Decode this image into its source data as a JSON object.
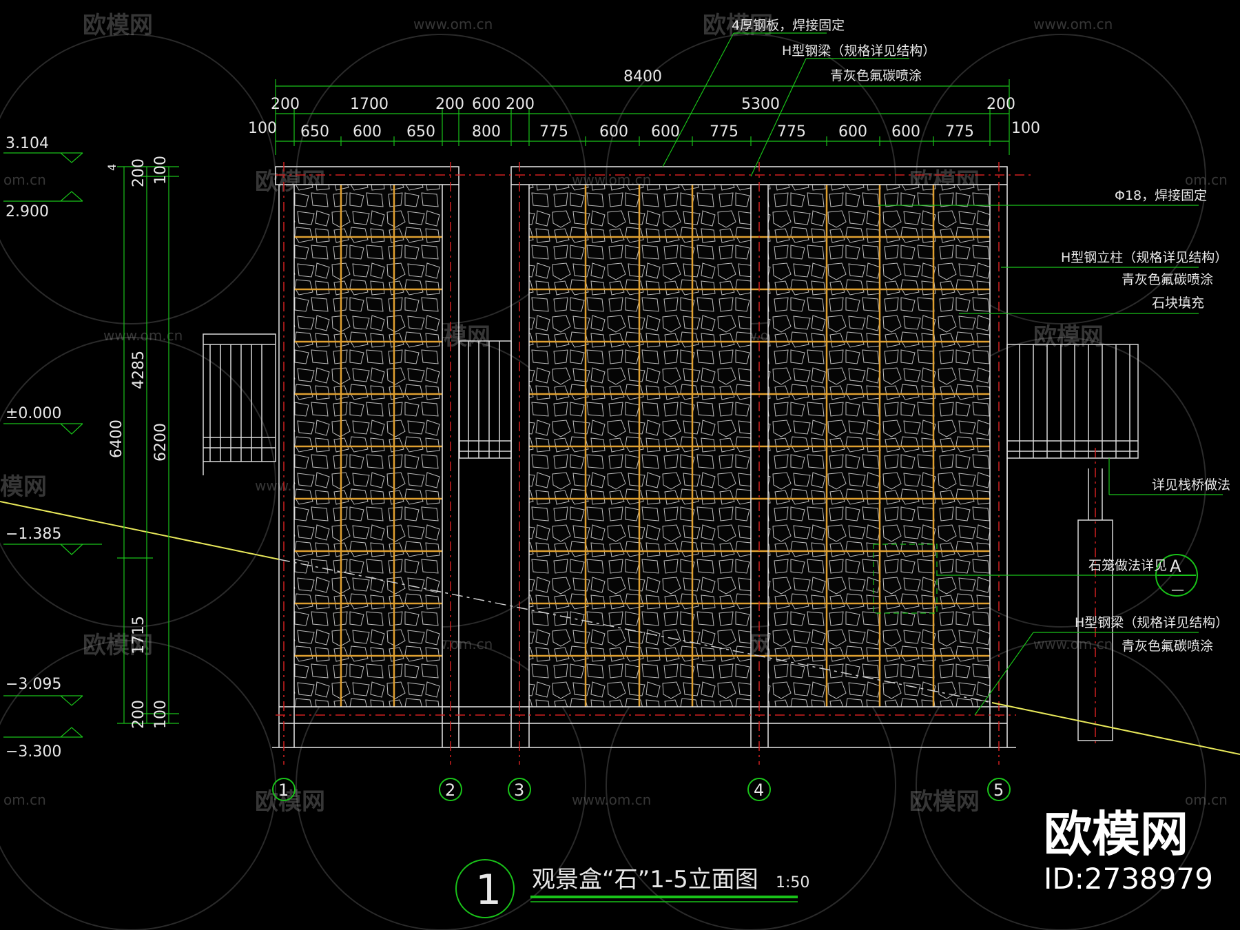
{
  "watermark": {
    "logo_text": "欧模网",
    "url_text": "www.om.cn",
    "url_partial": "om.cn",
    "logo_partial": "模网"
  },
  "brand": {
    "name": "欧模网",
    "id": "ID:2738979"
  },
  "drawing": {
    "title": "观景盒“石”1-5立面图",
    "scale": "1:50",
    "number": "1"
  },
  "dimensions": {
    "overall": "8400",
    "row_top": [
      "200",
      "1700",
      "200",
      "600",
      "200",
      "5300",
      "200"
    ],
    "row_bottom": [
      "100",
      "650",
      "600",
      "650",
      "800",
      "775",
      "600",
      "600",
      "775",
      "775",
      "600",
      "600",
      "775",
      "100"
    ],
    "vertical_outer": "6400",
    "vertical_inner": "6200",
    "vertical_upper": "4285",
    "vertical_lower": "1715",
    "small": [
      "200",
      "100",
      "200",
      "100",
      "4"
    ]
  },
  "levels": [
    "3.104",
    "2.900",
    "±0.000",
    "−1.385",
    "−3.095",
    "−3.300"
  ],
  "axes": [
    "1",
    "2",
    "3",
    "4",
    "5"
  ],
  "annotations": {
    "steel_plate": "4厚钢板，焊接固定",
    "h_beam_top": "H型钢梁（规格详见结构）",
    "coating_top": "青灰色氟碳喷涂",
    "rebar": "Φ18，焊接固定",
    "h_column": "H型钢立柱（规格详见结构）",
    "coating_mid": "青灰色氟碳喷涂",
    "stone_fill": "石块填充",
    "trestle": "详见栈桥做法",
    "gabion": "石笼做法详见",
    "detail_ref": "A",
    "detail_ref_sub": "—",
    "h_beam_bottom": "H型钢梁（规格详见结构）",
    "coating_bottom": "青灰色氟碳喷涂"
  },
  "colors": {
    "background": "#000000",
    "grid_yellow": "#e0a030",
    "leader_green": "#19c219",
    "axis_red": "#d02020",
    "slope_yellow": "#e8e85a",
    "frame_white": "#e8e8e8"
  }
}
